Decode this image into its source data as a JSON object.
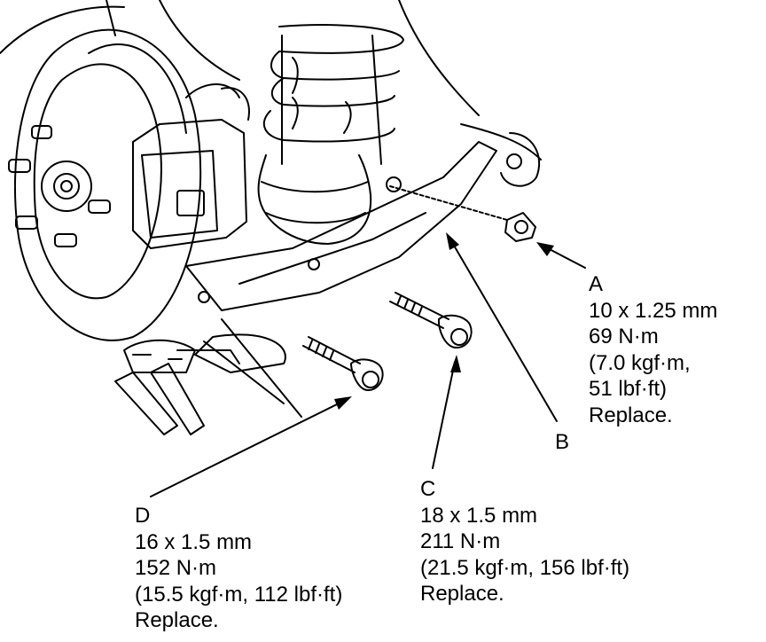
{
  "callouts": {
    "a": {
      "letter": "A",
      "size": "10 x 1.25 mm",
      "torque_nm": "69 N·m",
      "torque_kgf_line1": "(7.0 kgf·m,",
      "torque_lbf_line2": "51 lbf·ft)",
      "note": "Replace."
    },
    "b": {
      "letter": "B"
    },
    "c": {
      "letter": "C",
      "size": "18 x 1.5 mm",
      "torque_nm": "211 N·m",
      "torque_kgf_lbf": "(21.5 kgf·m, 156 lbf·ft)",
      "note": "Replace."
    },
    "d": {
      "letter": "D",
      "size": "16 x 1.5 mm",
      "torque_nm": "152 N·m",
      "torque_kgf_lbf": "(15.5 kgf·m, 112 lbf·ft)",
      "note": "Replace."
    }
  }
}
